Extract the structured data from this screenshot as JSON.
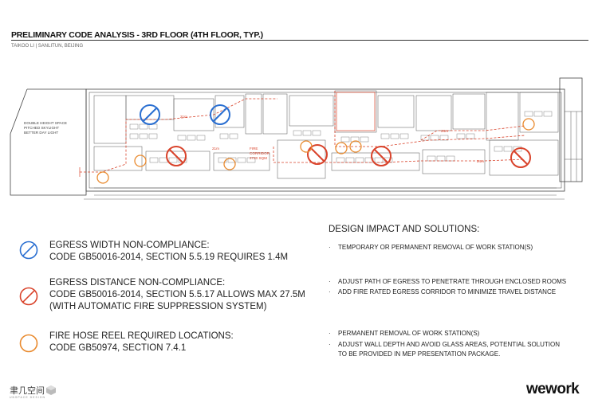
{
  "header": {
    "title": "PRELIMINARY CODE ANALYSIS - 3RD FLOOR (4TH FLOOR, TYP.)",
    "subtitle": "TAIKOO LI | SANLITUN, BEIJING"
  },
  "plan": {
    "double_height_label": [
      "DOUBLE HEIGHT SPACE",
      "PITCHED SKYLIGHT",
      "BETTER DAY LIGHT"
    ],
    "corridor_label": [
      "FIRE",
      "CORRIDOR",
      "2720 SQM"
    ],
    "distance_labels": [
      "21m",
      "24m",
      "21m",
      "24m"
    ]
  },
  "legend": [
    {
      "icon": "blue-prohibition-icon",
      "color": "#2a6fd1",
      "lines": [
        "EGRESS WIDTH NON-COMPLIANCE:",
        "CODE GB50016-2014, SECTION 5.5.19 REQUIRES 1.4M"
      ]
    },
    {
      "icon": "red-prohibition-icon",
      "color": "#d9432b",
      "lines": [
        "EGRESS DISTANCE NON-COMPLIANCE:",
        "CODE GB50016-2014, SECTION 5.5.17 ALLOWS MAX  27.5M",
        "(WITH AUTOMATIC FIRE SUPPRESSION SYSTEM)"
      ]
    },
    {
      "icon": "orange-circle-icon",
      "color": "#e98a2e",
      "lines": [
        "FIRE HOSE REEL REQUIRED LOCATIONS:",
        "CODE GB50974, SECTION 7.4.1"
      ]
    }
  ],
  "design": {
    "heading": "DESIGN IMPACT AND SOLUTIONS:",
    "bullets": [
      {
        "text": "TEMPORARY OR PERMANENT REMOVAL OF WORK STATION(S)"
      },
      {
        "text": "ADJUST PATH OF EGRESS TO PENETRATE THROUGH ENCLOSED ROOMS"
      },
      {
        "text": "ADD FIRE RATED EGRESS CORRIDOR  TO MINIMIZE TRAVEL DISTANCE"
      },
      {
        "text": "PERMANENT REMOVAL OF WORK STATION(S)"
      },
      {
        "text": "ADJUST WALL DEPTH AND AVOID GLASS AREAS, POTENTIAL SOLUTION",
        "cont": "TO BE PROVIDED IN MEP PRESENTATION PACKAGE."
      }
    ],
    "bullet_mark": "·"
  },
  "footer": {
    "logo_cn": "聿几空间",
    "logo_sub": "UNSPACE DESIGN",
    "brand": "wework"
  },
  "colors": {
    "blue": "#2a6fd1",
    "red": "#d9432b",
    "orange": "#e98a2e"
  }
}
